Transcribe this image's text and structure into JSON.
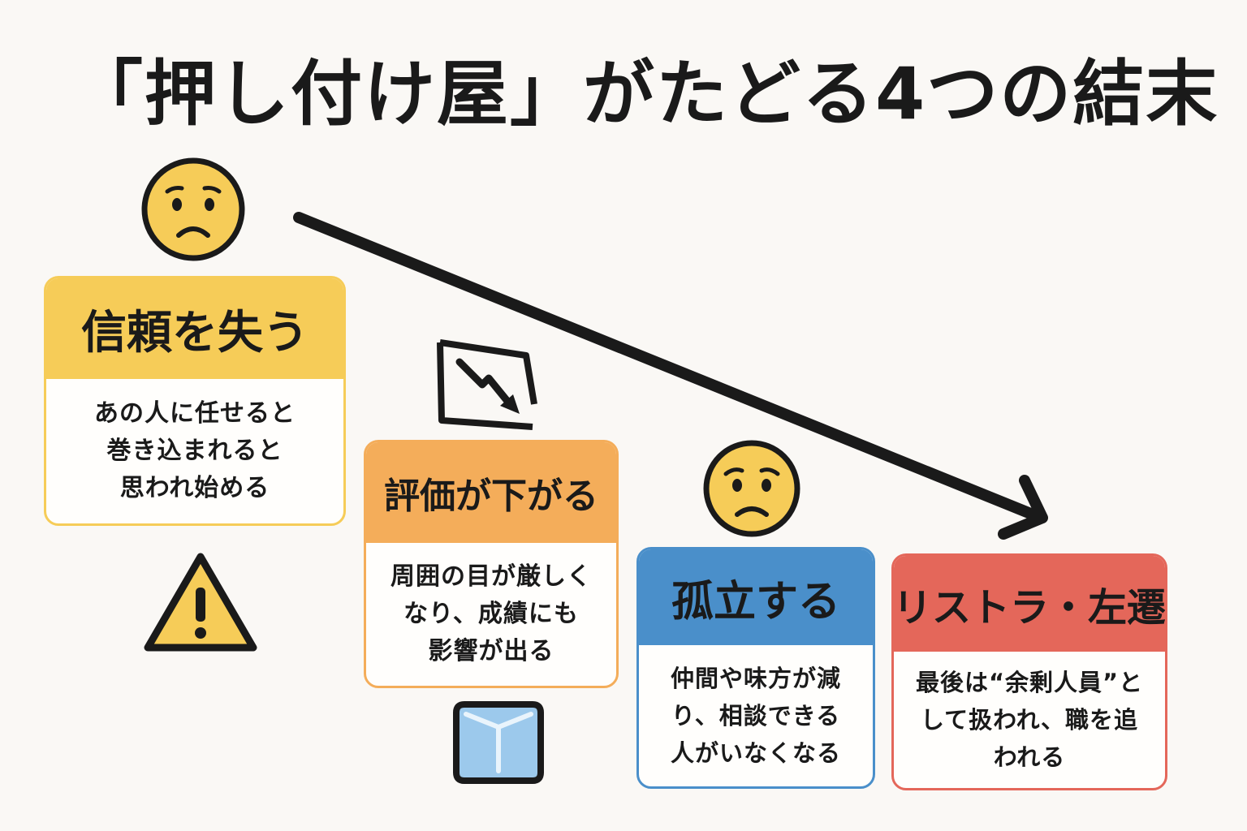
{
  "title": "「押し付け屋」がたどる4つの結末",
  "colors": {
    "yellow": "#f6cc58",
    "orange": "#f4ad5a",
    "blue": "#4a8fca",
    "red": "#e4675a",
    "ink": "#1a1a1a"
  },
  "steps": [
    {
      "heading": "信頼を失う",
      "body": "あの人に任せると\n巻き込まれると\n思われ始める",
      "icon": "warning-icon"
    },
    {
      "heading": "評価が下がる",
      "body": "周囲の目が厳しく\nなり、成績にも\n影響が出る",
      "icon": "declining-chart-icon"
    },
    {
      "heading": "孤立する",
      "body": "仲間や味方が減\nり、相談できる\n人がいなくなる",
      "icon": "ice-cube-icon"
    },
    {
      "heading": "リストラ・左遷",
      "body": "最後は“余剰人員”と\nして扱われ、職を追\nわれる",
      "icon": "arrow-down-right-icon"
    }
  ]
}
